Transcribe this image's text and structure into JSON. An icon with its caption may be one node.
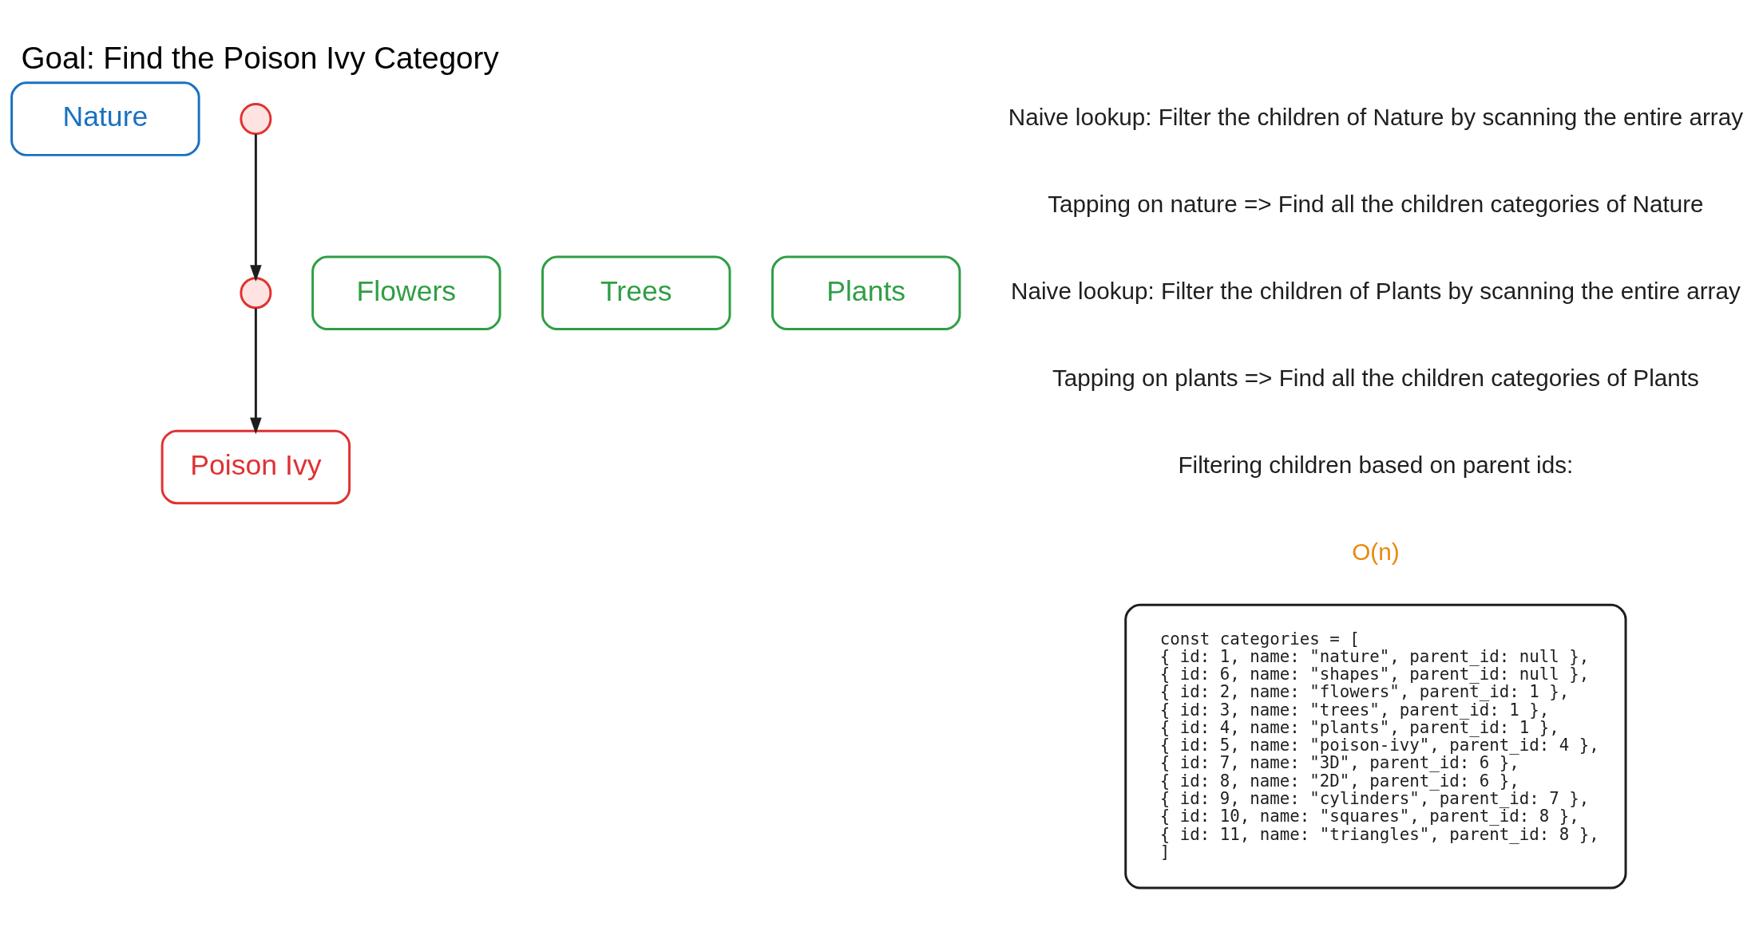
{
  "diagram": {
    "title": "Goal: Find the Poison Ivy Category",
    "nodes": [
      {
        "text": [
          "Nature"
        ]
      },
      {
        "text": [],
        "shape": "circle"
      },
      {
        "text": [
          "Flowers"
        ]
      },
      {
        "text": [
          "Trees"
        ]
      },
      {
        "text": [
          "Plants"
        ]
      },
      {
        "text": [],
        "shape": "circle"
      },
      {
        "text": [
          "Poison Ivy"
        ]
      },
      {
        "text": [
          "const categories = [",
          "{ id: 1, name: \"nature\", parent_id: null },",
          "{ id: 6, name: \"shapes\", parent_id: null },",
          "{ id: 2, name: \"flowers\", parent_id: 1 },",
          "{ id: 3, name: \"trees\", parent_id: 1 },",
          "{ id: 4, name: \"plants\", parent_id: 1 },",
          "{ id: 5, name: \"poison-ivy\", parent_id: 4 },",
          "{ id: 7, name: \"3D\", parent_id: 6 },",
          "{ id: 8, name: \"2D\", parent_id: 6 },",
          "{ id: 9, name: \"cylinders\", parent_id: 7 },",
          "{ id: 10, name: \"squares\", parent_id: 8 },",
          "{ id: 11, name: \"triangles\", parent_id: 8 },",
          "]"
        ]
      }
    ],
    "edges": [
      {
        "from": 1,
        "to": 5,
        "arrow": "to"
      },
      {
        "from": 5,
        "to": 6,
        "arrow": "to"
      }
    ],
    "labels": [
      "Naive lookup: Filter the children of Nature by scanning the entire array",
      "Tapping on nature => Find all the children categories of Nature",
      "Naive lookup: Filter the children of Plants by scanning the entire array",
      "Tapping on plants => Find all the children categories of Plants",
      "Filtering children based on parent ids:",
      "O(n)"
    ]
  }
}
